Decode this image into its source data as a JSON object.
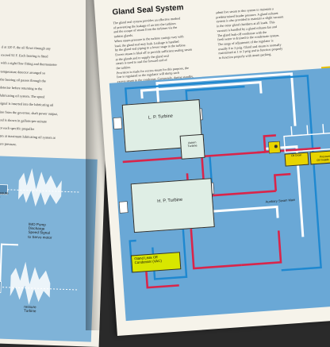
{
  "left_page": {
    "text_lines": [
      "d at 120 F, the oil flows through any",
      "exceed 92 F. Each bearing is fitted",
      "with a sight flow fitting and thermometer",
      "temperature detector arranged so",
      "the bearing oil passes through the",
      "detector before returning to the",
      "lubricating oil system. The speed",
      "signal is inserted into the lubricating oil",
      "line from the governor, shaft power output,",
      "and is shown in gallons-per-minute",
      "for each specific propeller",
      "rpm at maximum lubricating oil system at",
      "sure pressure."
    ],
    "diagram_labels": {
      "low_pressure": "ow Pressure\nTurbine",
      "imo_pump": "IMO Pump\nDischarge\nSpeed Signal\nto Servo motor",
      "turbine_bottom": "ressure\nTurbine"
    }
  },
  "right_page": {
    "title": "Gland Seal System",
    "col1": [
      "The gland seal system provides an effective method",
      "of preventing the leakage of air into the turbines",
      "and the escape of steam from the turbines via the",
      "turbine glands.",
      "When steam pressure in the turbine casings vary with",
      "load, the gland seal may leak. Leakage is handled",
      "by the gland seal piping to a lower stage in the turbine.",
      "Excess steam is bled off to provide sufficient sealing steam",
      "at the glands and to supply the gland seal",
      "steam is used to seal the forward end of",
      "the turbine.",
      "Provision is made for excess steam for this purpose, the",
      "line is regulated so the regulator will dump such",
      "excess steam to the condenser. Conversely, during standby,",
      "low power, and astern operation, the regulator will"
    ],
    "col2": [
      "admit live steam to this system to maintain a",
      "predetermined header pressure. A gland exhaust",
      "system is also provided to maintain a slight vacuum",
      "in the outer gland chambers at all loads. This",
      "vacuum is handled by a gland exhaust fan and",
      "The gland leak-off condenser with the",
      "fresh water is drained to the condensate system.",
      "The range of adjustment of the regulator is",
      "usually 0 to 3 psig. Gland seal steam is normally",
      "maintained at 1 to 3 psig and to function properly",
      "to function properly with steam packing."
    ],
    "diagram": {
      "lp_turbine": "L. P. Turbine",
      "astern_turbine": "Astern\nTurbine",
      "hp_turbine": "H. P. Turbine",
      "oil_drain": "Oil Drain",
      "pressure_oil_supply": "Pressure\nOil Supply",
      "aux_steam_main": "Auxiliary Steam Main",
      "gland_condenser": "Gland Leak Off\nCondenser (VAC)"
    }
  },
  "colors": {
    "panel_blue": "#6aa8d6",
    "pipe_red": "#d9254a",
    "pipe_blue": "#1e88d0",
    "pipe_white": "#ffffff",
    "turbine_fill": "#dfeee5",
    "yellow": "#e8d400"
  }
}
